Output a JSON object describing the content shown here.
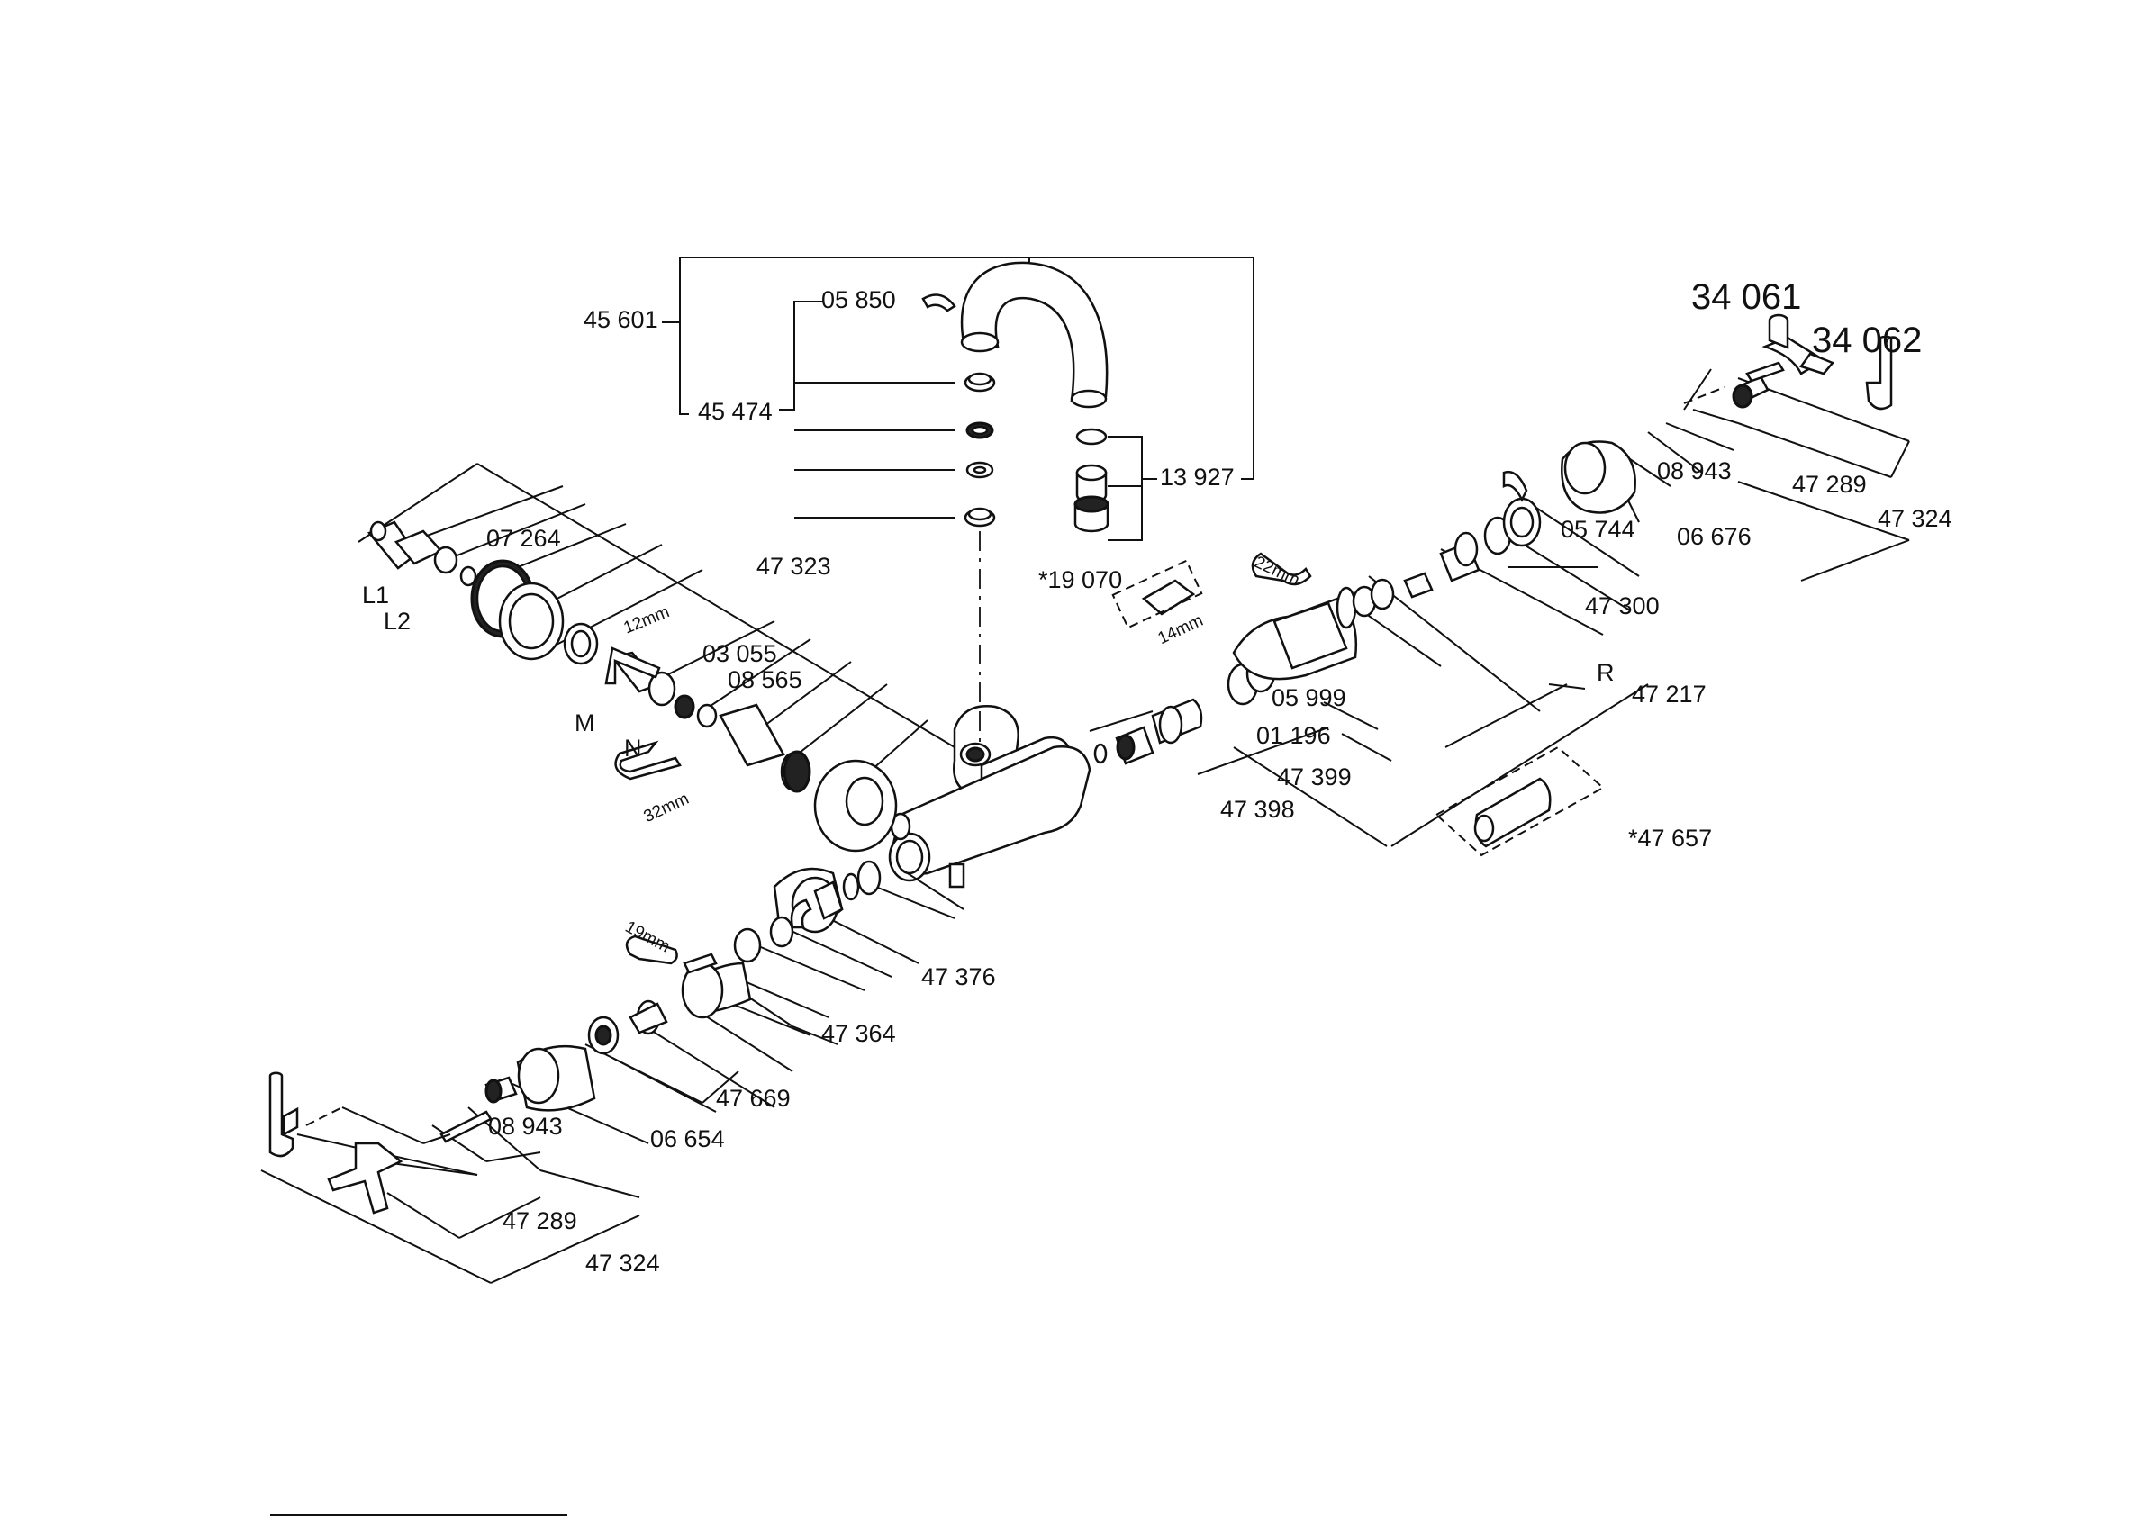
{
  "labels": {
    "p45601": "45 601",
    "p45474": "45 474",
    "p05850": "05 850",
    "p13927": "13 927",
    "p07264": "07 264",
    "p47323": "47 323",
    "L1": "L1",
    "L2": "L2",
    "mm12": "12mm",
    "p03055": "03 055",
    "p08565": "08 565",
    "M": "M",
    "N": "N",
    "mm32": "32mm",
    "p19070": "*19 070",
    "mm14": "14mm",
    "mm22": "22mm",
    "p05999": "05 999",
    "p01196": "01 196",
    "p47399": "47 399",
    "p47398": "47 398",
    "p34061": "34 061",
    "p34062": "34 062",
    "p08943_r": "08 943",
    "p47289_r": "47 289",
    "p47324_r": "47 324",
    "p05744": "05 744",
    "p06676": "06 676",
    "p47300": "47 300",
    "R": "R",
    "p47217": "47 217",
    "p47657": "*47 657",
    "mm19": "19mm",
    "p47376": "47 376",
    "p47364": "47 364",
    "p47669": "47 669",
    "p08943_l": "08 943",
    "p06654": "06 654",
    "p47289_l": "47 289",
    "p47324_l": "47 324"
  }
}
